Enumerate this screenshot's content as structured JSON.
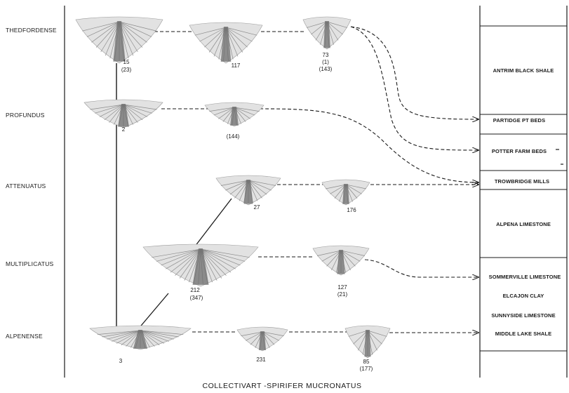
{
  "species": [
    {
      "label": "THEDFORDENSE"
    },
    {
      "label": "PROFUNDUS"
    },
    {
      "label": "ATTENUATUS"
    },
    {
      "label": "MULTIPLICATUS"
    },
    {
      "label": "ALPENENSE"
    }
  ],
  "strata": [
    {
      "label": "ANTRIM BLACK SHALE"
    },
    {
      "label": "PARTIDGE PT BEDS"
    },
    {
      "label": "POTTER FARM BEDS"
    },
    {
      "label": "TROWBRIDGE MILLS"
    },
    {
      "label": "ALPENA LIMESTONE"
    },
    {
      "label": "SOMMERVILLE LIMESTONE"
    },
    {
      "label": "ELCAJON CLAY"
    },
    {
      "label": "SUNNYSIDE LIMESTONE"
    },
    {
      "label": "MIDDLE LAKE SHALE"
    }
  ],
  "specimens": [
    {
      "labels": [
        "15",
        "(23)"
      ]
    },
    {
      "labels": [
        "117"
      ]
    },
    {
      "labels": [
        "73",
        "(1)",
        "(143)"
      ]
    },
    {
      "labels": [
        "2"
      ]
    },
    {
      "labels": [
        "(144)"
      ]
    },
    {
      "labels": [
        "27"
      ]
    },
    {
      "labels": [
        "176"
      ]
    },
    {
      "labels": [
        "212",
        "(347)"
      ]
    },
    {
      "labels": [
        "127",
        "(21)"
      ]
    },
    {
      "labels": [
        "3"
      ]
    },
    {
      "labels": [
        "231"
      ]
    },
    {
      "labels": [
        "85",
        "(177)"
      ]
    }
  ],
  "caption": "COLLECTIVART -SPIRIFER MUCRONATUS",
  "colors": {
    "ink": "#1a1a1a",
    "shell_light": "#e2e2e2",
    "shell_dark": "#6e6e6e"
  }
}
